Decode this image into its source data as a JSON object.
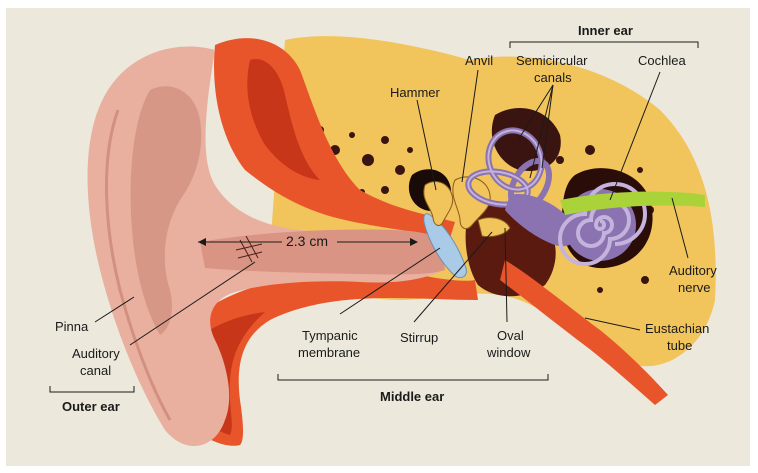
{
  "labels": {
    "inner_ear": "Inner ear",
    "anvil": "Anvil",
    "semicircular_canals_1": "Semicircular",
    "semicircular_canals_2": "canals",
    "cochlea": "Cochlea",
    "hammer": "Hammer",
    "measurement": "2.3 cm",
    "auditory_nerve_1": "Auditory",
    "auditory_nerve_2": "nerve",
    "pinna": "Pinna",
    "auditory_canal_1": "Auditory",
    "auditory_canal_2": "canal",
    "outer_ear": "Outer ear",
    "tympanic_1": "Tympanic",
    "tympanic_2": "membrane",
    "stirrup": "Stirrup",
    "oval_window_1": "Oval",
    "oval_window_2": "window",
    "eustachian_1": "Eustachian",
    "eustachian_2": "tube",
    "middle_ear": "Middle ear"
  },
  "colors": {
    "background": "#ece9dc",
    "skin": "#e9b09f",
    "skin_shadow": "#c98373",
    "tissue": "#e8552a",
    "tissue_dark": "#c8361a",
    "bone": "#f1c55c",
    "bone_dark": "#3a1410",
    "membrane": "#a9cbe8",
    "cochlea": "#8a73b0",
    "cochlea_light": "#c4b3dc",
    "nerve": "#a9d338",
    "canal_shadow": "#b9746a"
  }
}
